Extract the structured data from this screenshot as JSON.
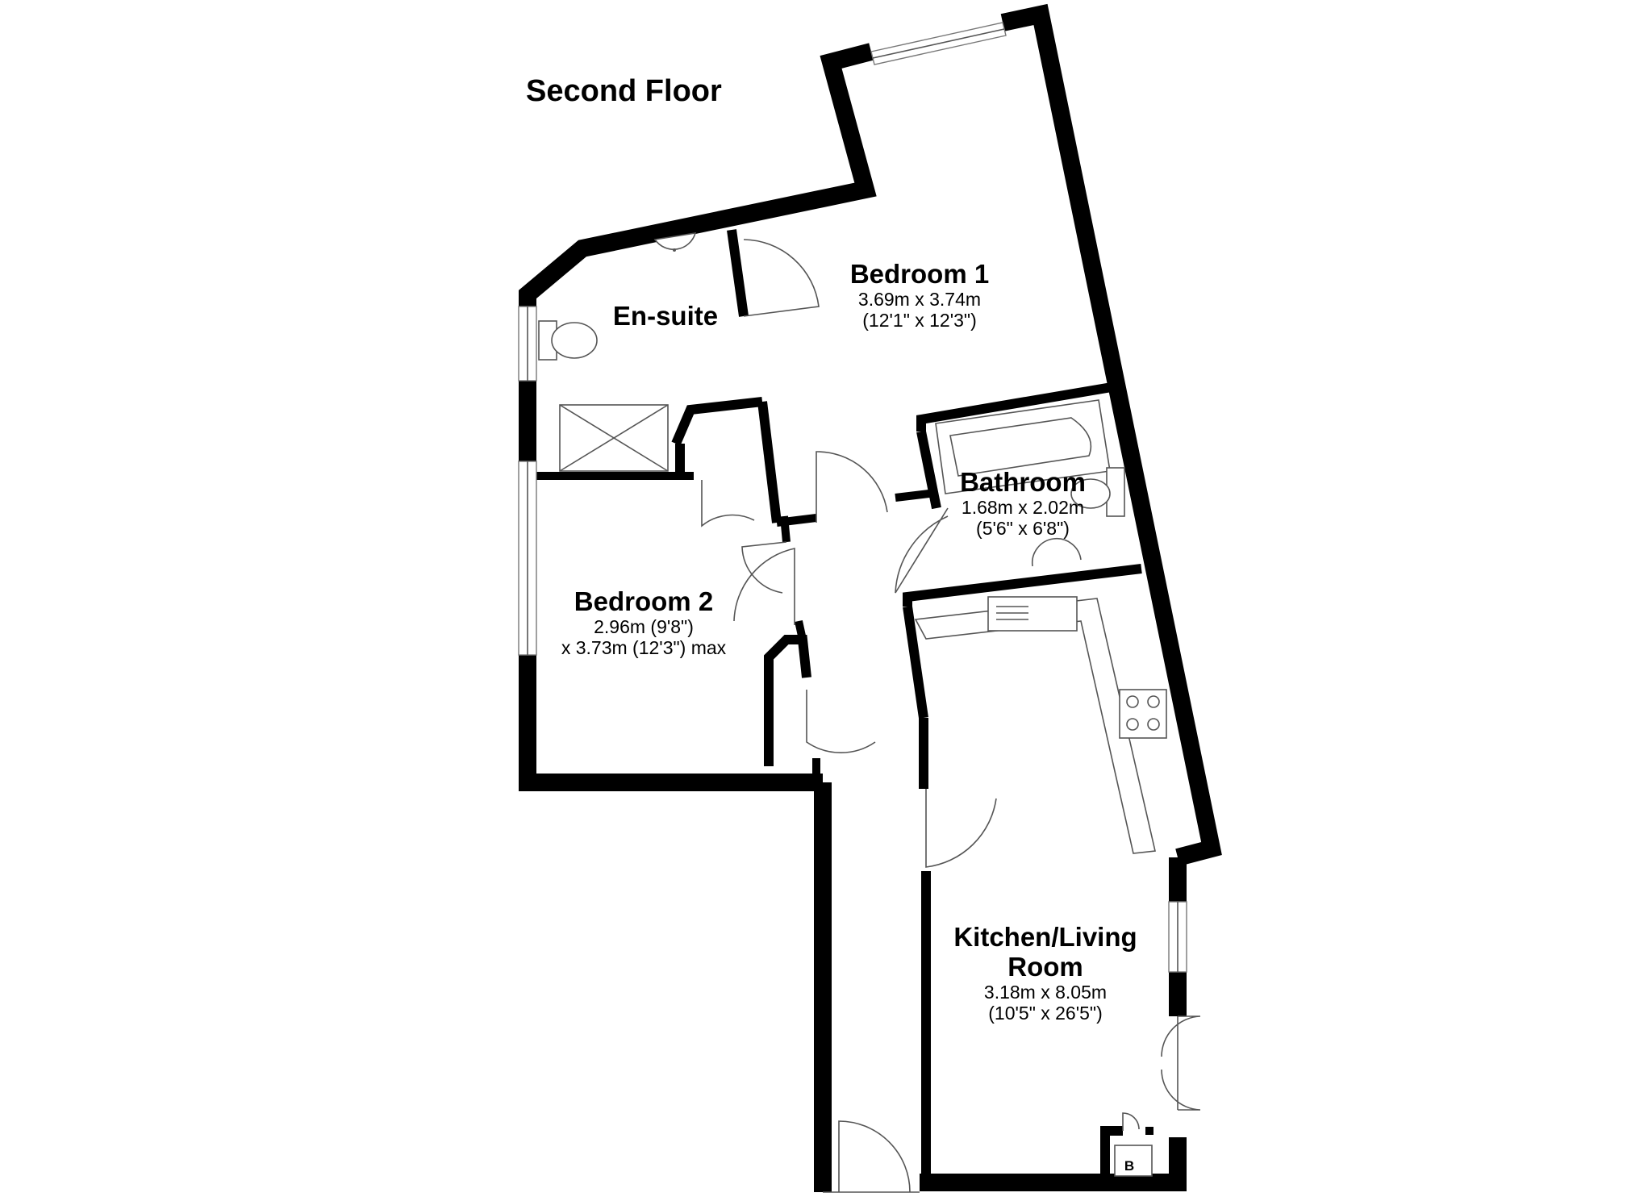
{
  "floor_title": "Second Floor",
  "rooms": {
    "bedroom1": {
      "name": "Bedroom 1",
      "dim_metric": "3.69m x 3.74m",
      "dim_imperial": "(12'1\" x 12'3\")"
    },
    "ensuite": {
      "name": "En-suite"
    },
    "bathroom": {
      "name": "Bathroom",
      "dim_metric": "1.68m x 2.02m",
      "dim_imperial": "(5'6\" x 6'8\")"
    },
    "bedroom2": {
      "name": "Bedroom 2",
      "dim_line1": "2.96m (9'8\")",
      "dim_line2": "x 3.73m (12'3\") max"
    },
    "kitchen": {
      "name_line1": "Kitchen/Living",
      "name_line2": "Room",
      "dim_metric": "3.18m x 8.05m",
      "dim_imperial": "(10'5\" x 26'5\")"
    }
  },
  "boiler_label": "B",
  "colors": {
    "wall": "#000000",
    "fixture_line": "#555555",
    "background": "#ffffff"
  }
}
